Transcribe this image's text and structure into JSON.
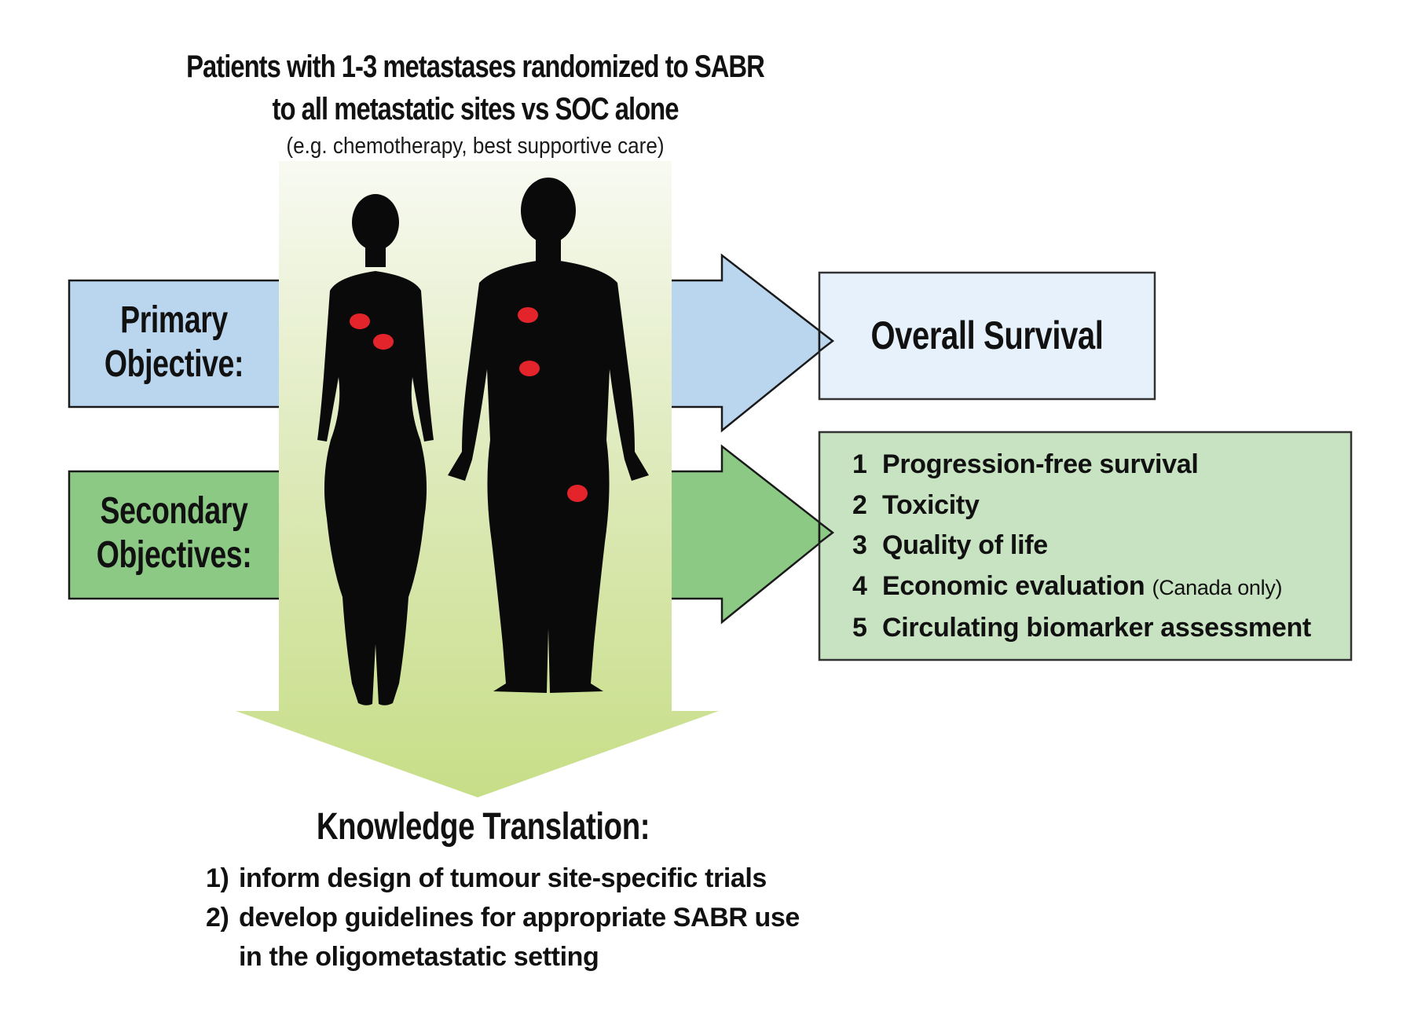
{
  "title": {
    "line1": "Patients with 1-3 metastases randomized to SABR",
    "line2": "to all metastatic sites vs SOC alone",
    "subtitle": "(e.g. chemotherapy, best supportive care)"
  },
  "primary": {
    "label_line1": "Primary",
    "label_line2": "Objective:",
    "outcome": "Overall Survival"
  },
  "secondary": {
    "label_line1": "Secondary",
    "label_line2": "Objectives:",
    "items": [
      {
        "num": "1",
        "text": "Progression-free survival",
        "note": ""
      },
      {
        "num": "2",
        "text": "Toxicity",
        "note": ""
      },
      {
        "num": "3",
        "text": "Quality of life",
        "note": ""
      },
      {
        "num": "4",
        "text": "Economic evaluation",
        "note": "(Canada only)"
      },
      {
        "num": "5",
        "text": "Circulating biomarker assessment",
        "note": ""
      }
    ]
  },
  "knowledge_translation": {
    "heading": "Knowledge Translation:",
    "items": [
      {
        "num": "1)",
        "text": "inform design of tumour site-specific trials",
        "cont": ""
      },
      {
        "num": "2)",
        "text": "develop guidelines for appropriate SABR use",
        "cont": "in the oligometastatic setting"
      }
    ]
  },
  "figures": {
    "icons": [
      "female-silhouette-icon",
      "male-silhouette-icon"
    ],
    "metastasis_count_female": 2,
    "metastasis_count_male": 3
  },
  "colors": {
    "primary_fill": "#bad5ee",
    "primary_outcome_fill": "#e6f1fb",
    "secondary_fill": "#8bc985",
    "secondary_outcome_fill": "#c8e3c2",
    "column_top": "#f7f9f0",
    "column_bottom": "#c8df8a",
    "metastasis": "#e3242b",
    "outline": "#1a1a1a"
  }
}
